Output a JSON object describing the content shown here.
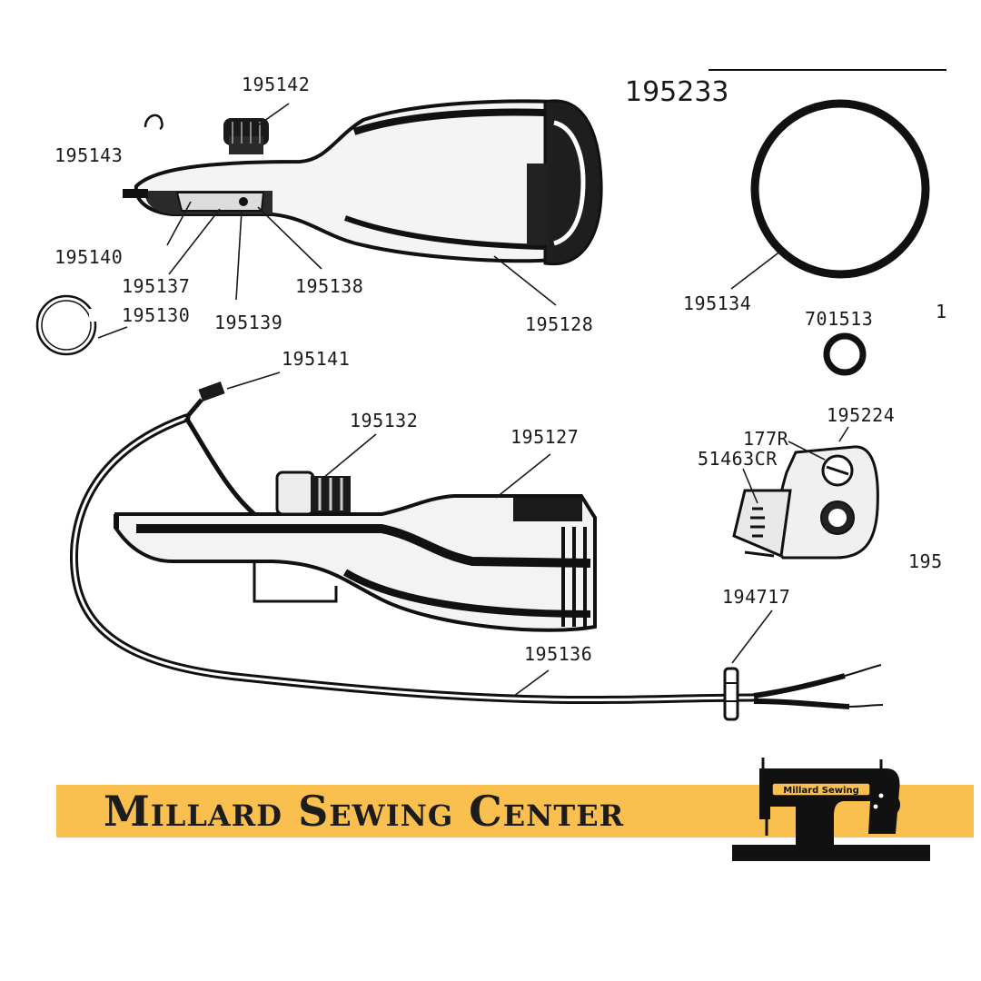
{
  "title": "195233",
  "brand": {
    "name": "Millard Sewing Center",
    "logo_text": "Millard Sewing",
    "accent_color": "#f9c04f",
    "ink_color": "#111111"
  },
  "part_labels": {
    "p195142": "195142",
    "p195143": "195143",
    "p195140": "195140",
    "p195137": "195137",
    "p195138": "195138",
    "p195130": "195130",
    "p195139": "195139",
    "p195128": "195128",
    "p195134": "195134",
    "p701513": "701513",
    "p195141": "195141",
    "p195132": "195132",
    "p195127": "195127",
    "p195224": "195224",
    "p177R": "177R",
    "p51463CR": "51463CR",
    "p194717": "194717",
    "p195136": "195136"
  },
  "fragments": {
    "right_top": "1",
    "right_mid": "195"
  }
}
